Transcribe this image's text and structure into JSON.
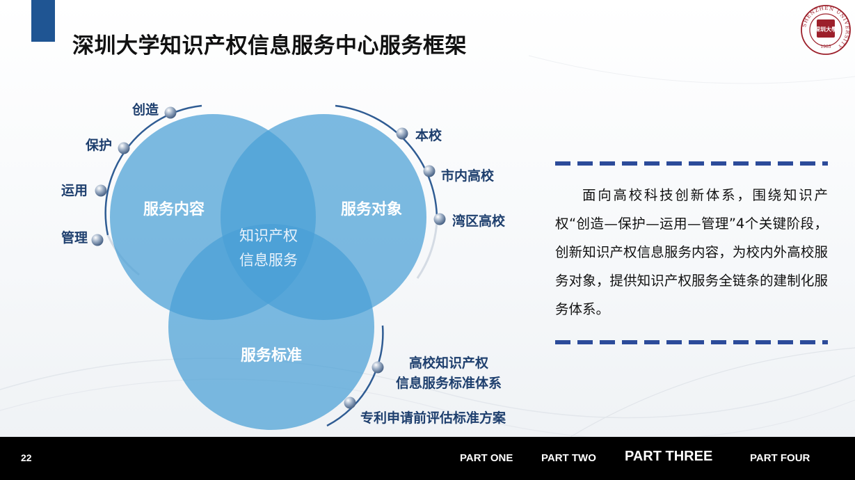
{
  "slide": {
    "title": "深圳大学知识产权信息服务中心服务框架",
    "page_number": "22"
  },
  "logo": {
    "ring_text": "SHENZHEN UNIVERSITY",
    "center_text": "深圳大學",
    "year": "1983"
  },
  "diagram": {
    "circles": [
      {
        "label": "服务内容"
      },
      {
        "label": "服务对象"
      },
      {
        "label": "服务标准"
      }
    ],
    "center": [
      "知识产权",
      "信息服务"
    ],
    "content_items": [
      "创造",
      "保护",
      "运用",
      "管理"
    ],
    "target_items": [
      "本校",
      "市内高校",
      "湾区高校"
    ],
    "standard_items": [
      [
        "高校知识产权",
        "信息服务标准体系"
      ],
      [
        "专利申请前评估标准方案"
      ]
    ]
  },
  "description": "面向高校科技创新体系，围绕知识产权“创造—保护—运用—管理”4个关键阶段，创新知识产权信息服务内容，为校内外高校服务对象，提供知识产权服务全链条的建制化服务体系。",
  "footer": {
    "nav": [
      "PART ONE",
      "PART TWO",
      "PART THREE",
      "PART FOUR"
    ],
    "active_index": 2
  },
  "colors": {
    "accent": "#1f5593",
    "circle": "#4a9fd6",
    "label": "#1e3f6e",
    "seal": "#9c1f2a"
  }
}
